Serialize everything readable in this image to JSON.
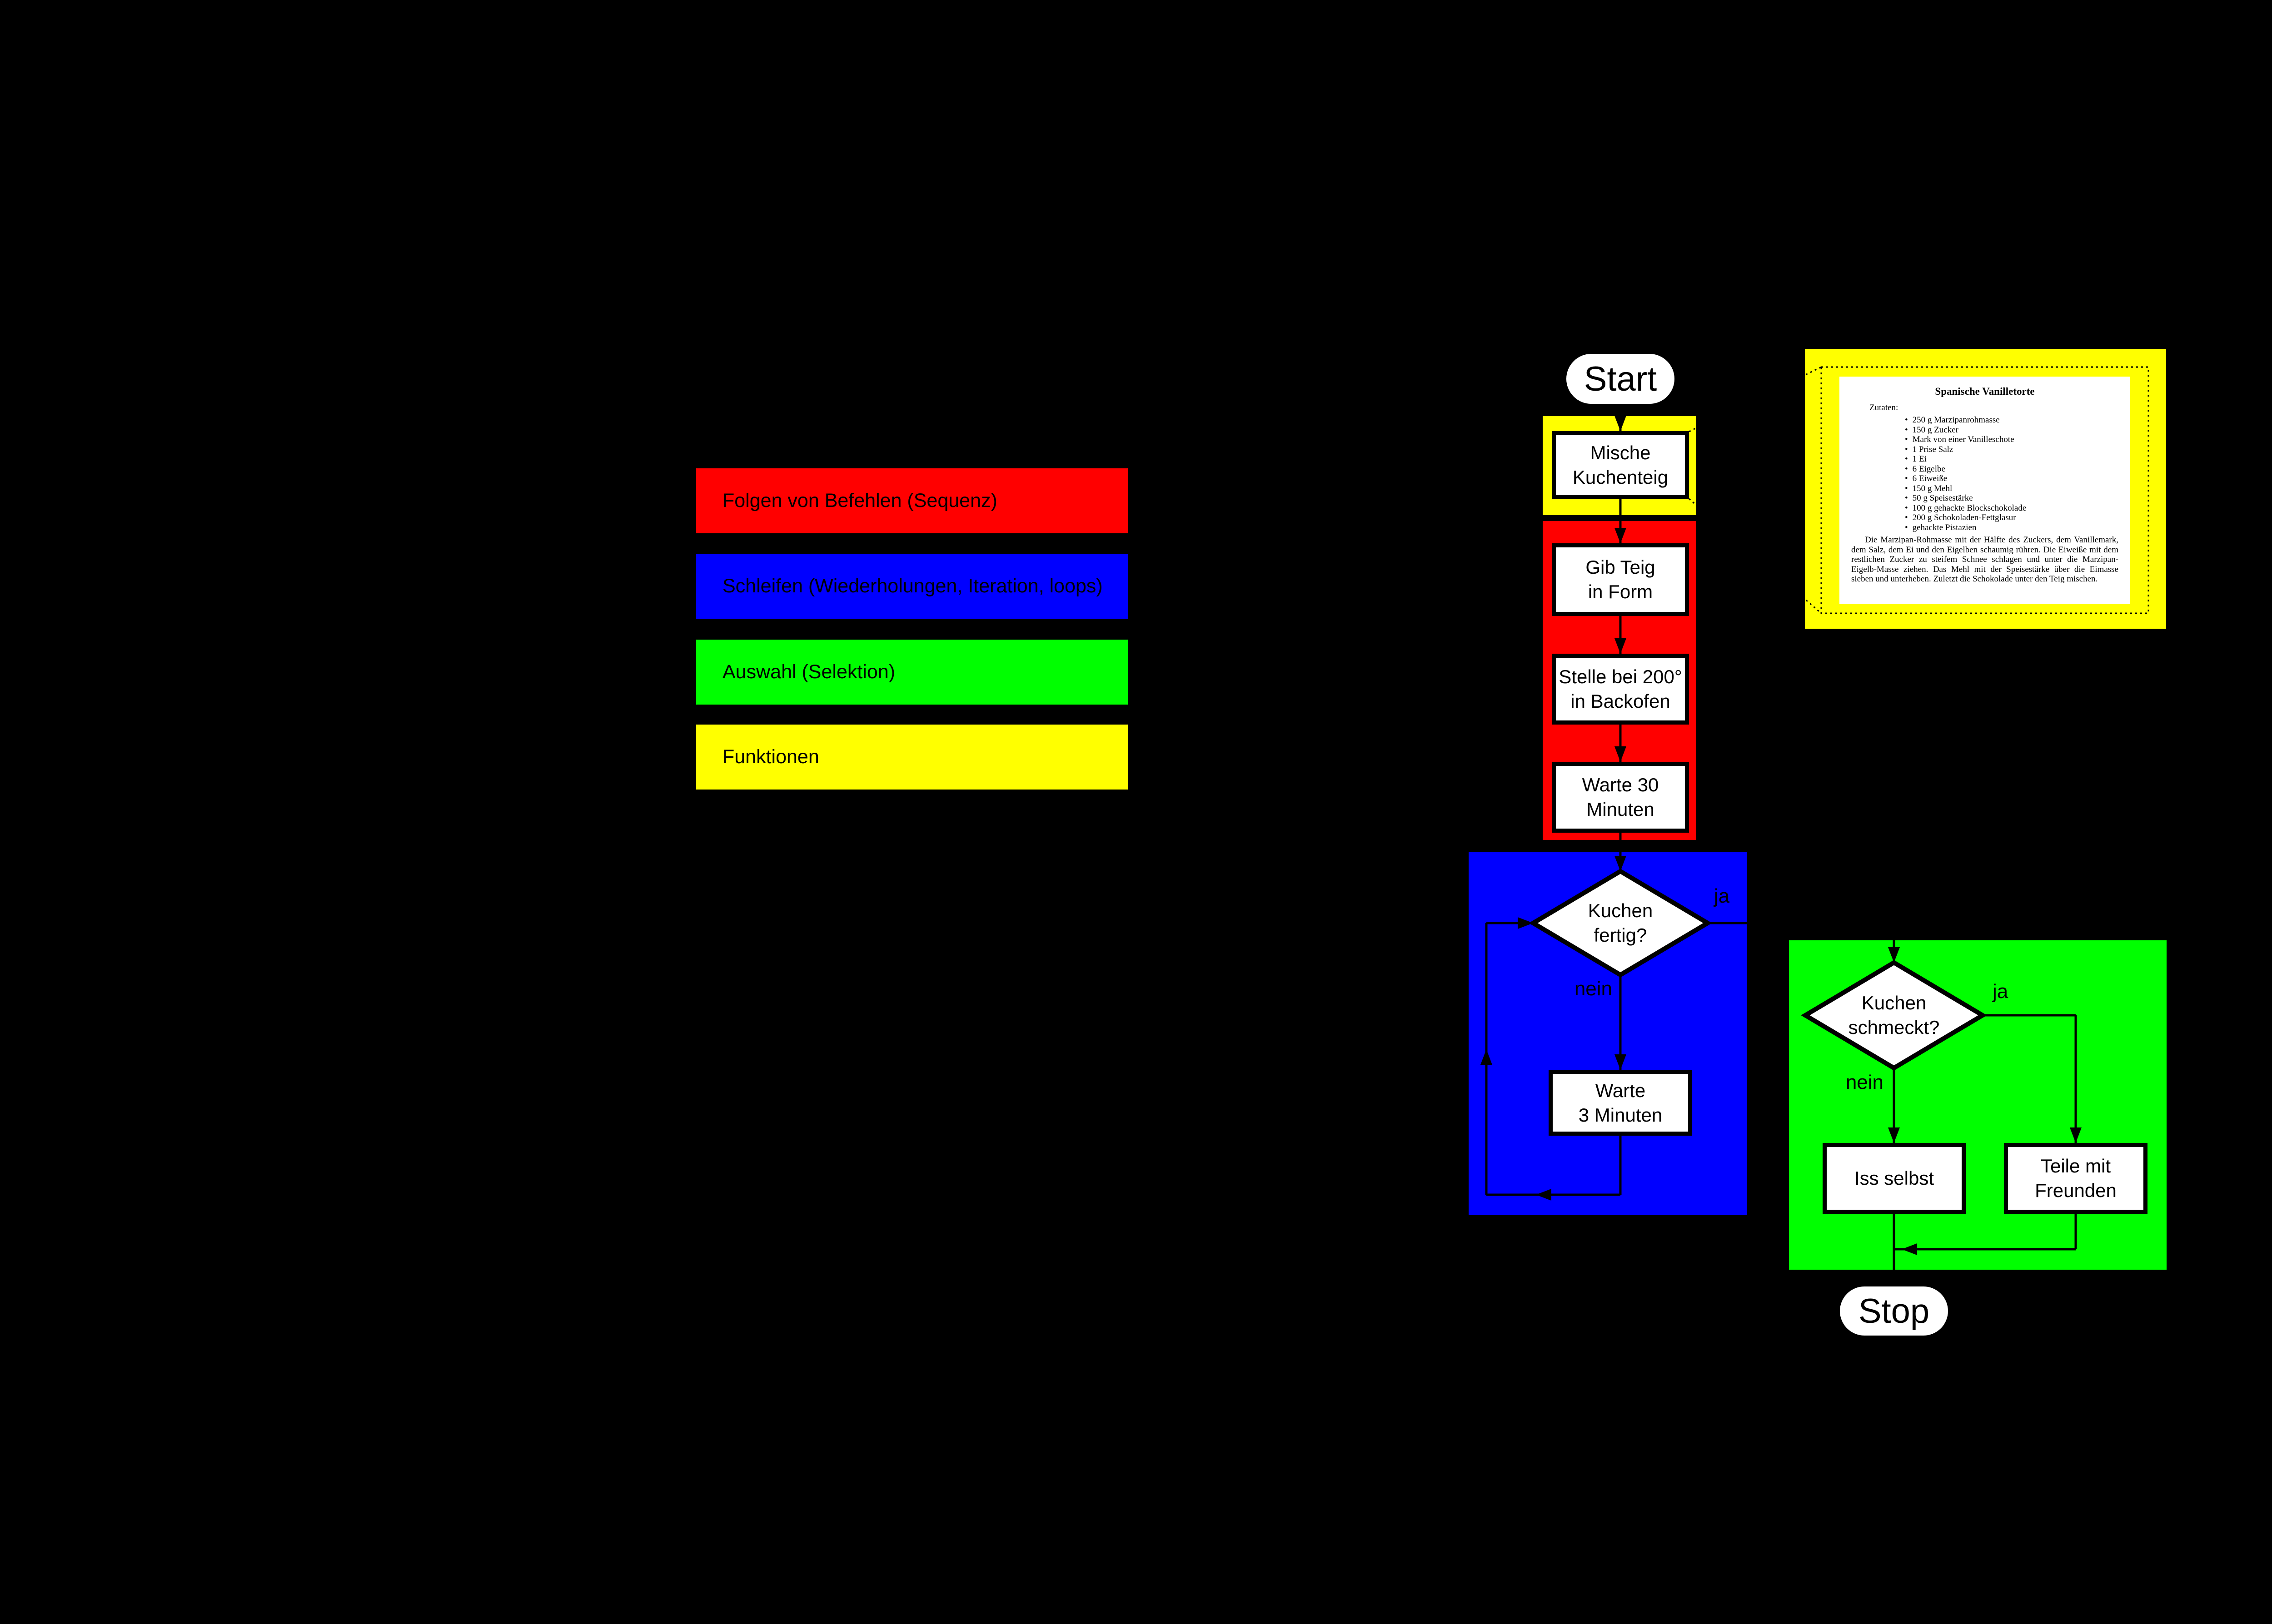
{
  "legend": {
    "items": [
      {
        "label": "Folgen von Befehlen (Sequenz)",
        "color": "#ff0000"
      },
      {
        "label": "Schleifen (Wiederholungen, Iteration, loops)",
        "color": "#0000ff"
      },
      {
        "label": "Auswahl (Selektion)",
        "color": "#00ff00"
      },
      {
        "label": "Funktionen",
        "color": "#ffff00"
      }
    ]
  },
  "flowchart": {
    "sections": {
      "sequence_color": "#ff0000",
      "loop_color": "#0000ff",
      "selection_color": "#00ff00",
      "function_color": "#ffff00"
    },
    "nodes": {
      "start": "Start",
      "mische": "Mische\nKuchenteig",
      "gib_teig": "Gib Teig\nin Form",
      "stelle": "Stelle bei 200°\nin Backofen",
      "warte30": "Warte 30\nMinuten",
      "fertig_frage": "Kuchen\nfertig?",
      "warte3": "Warte\n3 Minuten",
      "schmeckt_frage": "Kuchen\nschmeckt?",
      "iss_selbst": "Iss selbst",
      "teile": "Teile mit\nFreunden",
      "stop": "Stop"
    },
    "branch_yes": "ja",
    "branch_no": "nein"
  },
  "recipe": {
    "card_color": "#ffff00",
    "title": "Spanische Vanilletorte",
    "ingredients_heading": "Zutaten:",
    "ingredients": [
      "250 g Marzipanrohmasse",
      "150 g Zucker",
      "Mark von einer Vanilleschote",
      "1 Prise Salz",
      "1 Ei",
      "6 Eigelbe",
      "6 Eiweiße",
      "150 g Mehl",
      "50 g Speisestärke",
      "100 g gehackte Blockschokolade",
      "200 g Schokoladen-Fettglasur",
      "gehackte Pistazien"
    ],
    "instructions": "Die Marzipan-Rohmasse mit der Hälfte des Zuckers, dem Vanillemark, dem Salz, dem Ei und den Eigelben schaumig rühren. Die Eiweiße mit dem restlichen Zucker zu steifem Schnee schlagen und unter die Marzipan-Eigelb-Masse ziehen. Das Mehl mit der Speisestärke über die Eimasse sieben und unterheben. Zuletzt die Schokolade unter den Teig mischen."
  }
}
